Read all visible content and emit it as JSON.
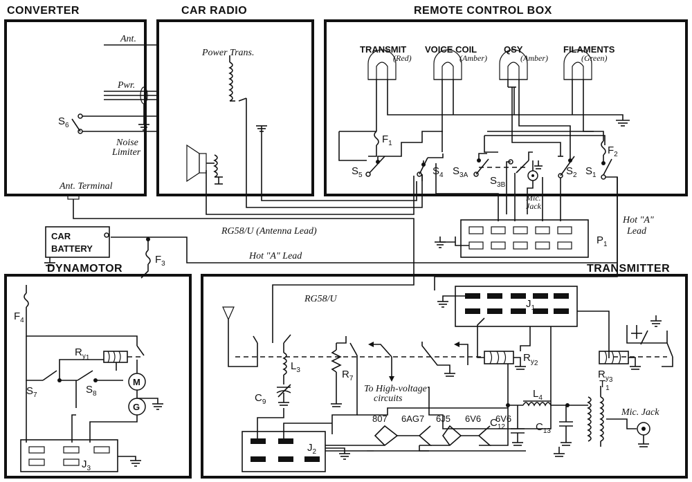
{
  "boxes": {
    "converter": "CONVERTER",
    "car_radio": "CAR RADIO",
    "remote_control_box": "REMOTE CONTROL BOX",
    "dynamotor": "DYNAMOTOR",
    "transmitter": "TRANSMITTER"
  },
  "converter": {
    "ant": "Ant.",
    "pwr": "Pwr.",
    "noise_limiter_1": "Noise",
    "noise_limiter_2": "Limiter",
    "ant_terminal": "Ant. Terminal",
    "switch": "S",
    "switch_sub": "6"
  },
  "car_radio": {
    "power_trans": "Power Trans."
  },
  "lamps": [
    {
      "name": "TRANSMIT",
      "color": "(Red)"
    },
    {
      "name": "VOICE COIL",
      "color": "(Amber)"
    },
    {
      "name": "QSY",
      "color": "(Amber)"
    },
    {
      "name": "FILAMENTS",
      "color": "(Green)"
    }
  ],
  "remote": {
    "f1": "F",
    "f1_sub": "1",
    "f2": "F",
    "f2_sub": "2",
    "s5": "S",
    "s5_sub": "5",
    "s4": "S",
    "s4_sub": "4",
    "s3a": "S",
    "s3a_sub": "3A",
    "s3b": "S",
    "s3b_sub": "3B",
    "s2": "S",
    "s2_sub": "2",
    "s1": "S",
    "s1_sub": "1",
    "mic_jack_1": "Mic.",
    "mic_jack_2": "Jack",
    "p1": "P",
    "p1_sub": "1"
  },
  "leads": {
    "rg58_antenna": "RG58/U (Antenna Lead)",
    "hot_a": "Hot \"A\" Lead",
    "hot_a_right_1": "Hot \"A\"",
    "hot_a_right_2": "Lead",
    "rg58": "RG58/U"
  },
  "battery": {
    "line1": "CAR",
    "line2": "BATTERY"
  },
  "dynamotor": {
    "f3": "F",
    "f3_sub": "3",
    "f4": "F",
    "f4_sub": "4",
    "ry1": "R",
    "ry1_y": "y",
    "ry1_sub": "1",
    "s7": "S",
    "s7_sub": "7",
    "s8": "S",
    "s8_sub": "8",
    "motor": "M",
    "generator": "G",
    "j3": "J",
    "j3_sub": "3"
  },
  "transmitter": {
    "l3": "L",
    "l3_sub": "3",
    "c9": "C",
    "c9_sub": "9",
    "r7": "R",
    "r7_sub": "7",
    "hv_1": "To High-voltage",
    "hv_2": "circuits",
    "ry2": "R",
    "ry2_y": "y",
    "ry2_sub": "2",
    "ry3": "R",
    "ry3_y": "y",
    "ry3_sub": "3",
    "j1": "J",
    "j1_sub": "1",
    "j2": "J",
    "j2_sub": "2",
    "l4": "L",
    "l4_sub": "4",
    "c12": "C",
    "c12_sub": "12",
    "c13": "C",
    "c13_sub": "13",
    "t1": "T",
    "t1_sub": "1",
    "mic_jack": "Mic. Jack",
    "tubes": [
      "807",
      "6AG7",
      "6J5",
      "6V6",
      "6V6"
    ]
  }
}
